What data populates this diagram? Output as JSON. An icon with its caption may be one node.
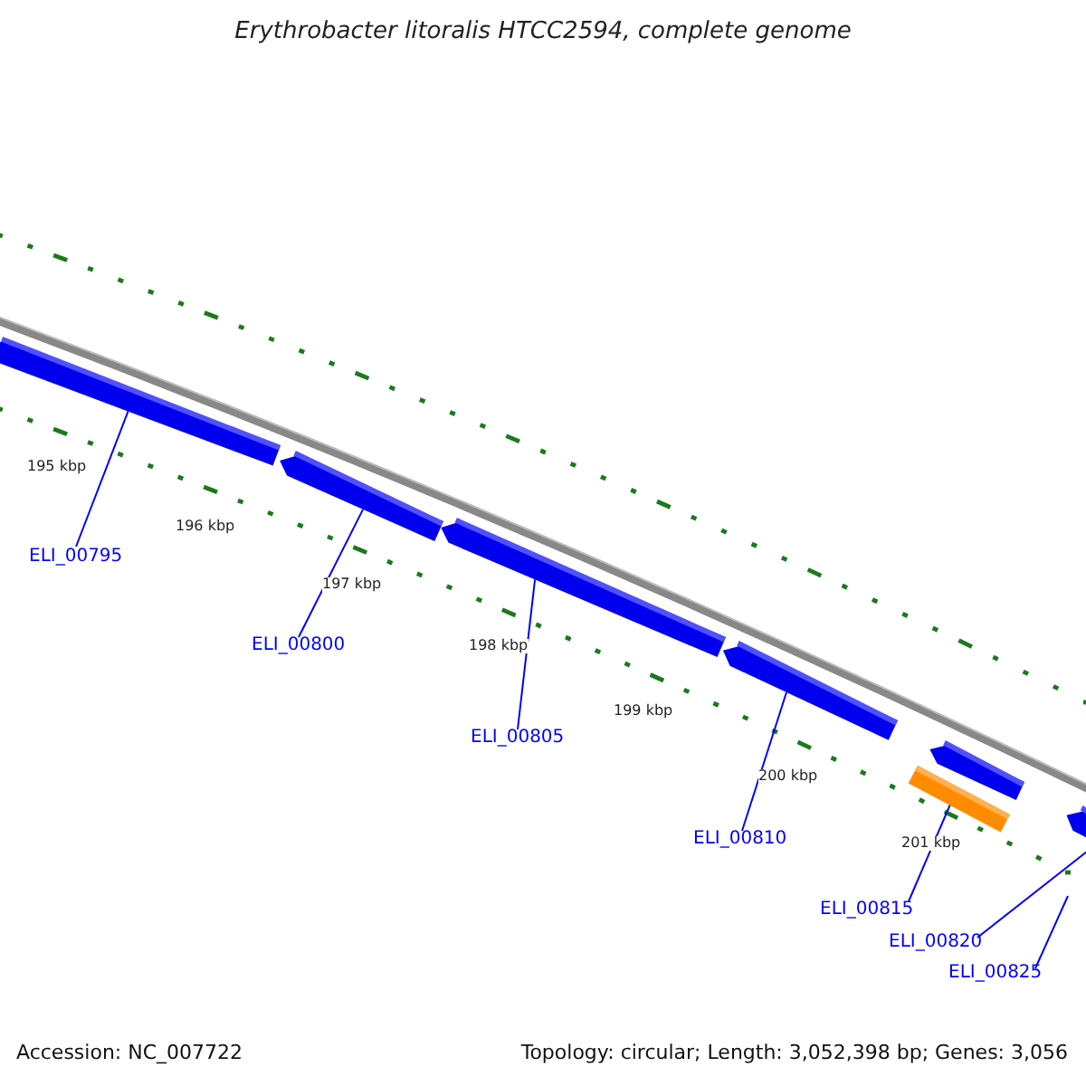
{
  "diagram": {
    "title": "Erythrobacter litoralis HTCC2594, complete genome",
    "nodes": [
      {
        "text": [],
        "shape": "arrow"
      },
      {
        "text": [],
        "shape": "arrow"
      },
      {
        "text": [],
        "shape": "arrow"
      },
      {
        "text": [],
        "shape": "arrow"
      },
      {
        "text": [],
        "shape": "arrow"
      },
      {
        "text": [],
        "shape": "bar"
      },
      {
        "text": [],
        "shape": "arrow"
      },
      {
        "text": [
          "ELI_00795"
        ]
      },
      {
        "text": [
          "ELI_00800"
        ]
      },
      {
        "text": [
          "ELI_00805"
        ]
      },
      {
        "text": [
          "ELI_00810"
        ]
      },
      {
        "text": [
          "ELI_00815"
        ]
      },
      {
        "text": [
          "ELI_00820"
        ]
      },
      {
        "text": [
          "ELI_00825"
        ]
      }
    ],
    "edges": [
      {
        "from": 7,
        "to": 0,
        "arrow": "none"
      },
      {
        "from": 8,
        "to": 1,
        "arrow": "none"
      },
      {
        "from": 9,
        "to": 2,
        "arrow": "none"
      },
      {
        "from": 10,
        "to": 3,
        "arrow": "none"
      },
      {
        "from": 11,
        "to": 5,
        "arrow": "none"
      },
      {
        "from": 12,
        "to": 6,
        "arrow": "none"
      },
      {
        "from": 13,
        "to": null,
        "arrow": "none"
      }
    ],
    "labels": [
      "195 kbp",
      "196 kbp",
      "197 kbp",
      "198 kbp",
      "199 kbp",
      "200 kbp",
      "201 kbp",
      "Accession: NC_007722",
      "Topology: circular; Length: 3,052,398 bp; Genes: 3,056"
    ]
  }
}
